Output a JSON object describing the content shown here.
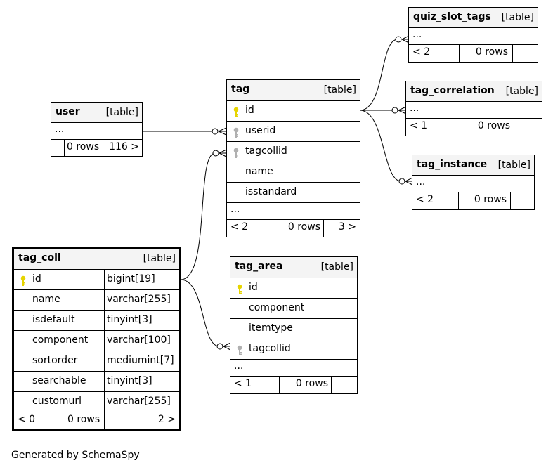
{
  "footer_text": "Generated by SchemaSpy",
  "key_colors": {
    "primary": "#e6d400",
    "foreign": "#b0b0b0"
  },
  "tables": {
    "quiz_slot_tags": {
      "name": "quiz_slot_tags",
      "kind": "[table]",
      "ellipsis": "...",
      "parents": "< 2",
      "rows": "0 rows",
      "children": ""
    },
    "tag_correlation": {
      "name": "tag_correlation",
      "kind": "[table]",
      "ellipsis": "...",
      "parents": "< 1",
      "rows": "0 rows",
      "children": ""
    },
    "tag_instance": {
      "name": "tag_instance",
      "kind": "[table]",
      "ellipsis": "...",
      "parents": "< 2",
      "rows": "0 rows",
      "children": ""
    },
    "user": {
      "name": "user",
      "kind": "[table]",
      "ellipsis": "...",
      "parents": "",
      "rows": "0 rows",
      "children": "116 >"
    },
    "tag": {
      "name": "tag",
      "kind": "[table]",
      "columns": [
        {
          "name": "id",
          "key": "primary"
        },
        {
          "name": "userid",
          "key": "foreign"
        },
        {
          "name": "tagcollid",
          "key": "foreign"
        },
        {
          "name": "name",
          "key": ""
        },
        {
          "name": "isstandard",
          "key": ""
        }
      ],
      "ellipsis": "...",
      "parents": "< 2",
      "rows": "0 rows",
      "children": "3 >"
    },
    "tag_area": {
      "name": "tag_area",
      "kind": "[table]",
      "columns": [
        {
          "name": "id",
          "key": "primary"
        },
        {
          "name": "component",
          "key": ""
        },
        {
          "name": "itemtype",
          "key": ""
        },
        {
          "name": "tagcollid",
          "key": "foreign"
        }
      ],
      "ellipsis": "...",
      "parents": "< 1",
      "rows": "0 rows",
      "children": ""
    },
    "tag_coll": {
      "name": "tag_coll",
      "kind": "[table]",
      "columns": [
        {
          "name": "id",
          "type": "bigint[19]",
          "key": "primary"
        },
        {
          "name": "name",
          "type": "varchar[255]",
          "key": ""
        },
        {
          "name": "isdefault",
          "type": "tinyint[3]",
          "key": ""
        },
        {
          "name": "component",
          "type": "varchar[100]",
          "key": ""
        },
        {
          "name": "sortorder",
          "type": "mediumint[7]",
          "key": ""
        },
        {
          "name": "searchable",
          "type": "tinyint[3]",
          "key": ""
        },
        {
          "name": "customurl",
          "type": "varchar[255]",
          "key": ""
        }
      ],
      "parents": "< 0",
      "rows": "0 rows",
      "children": "2 >"
    }
  }
}
